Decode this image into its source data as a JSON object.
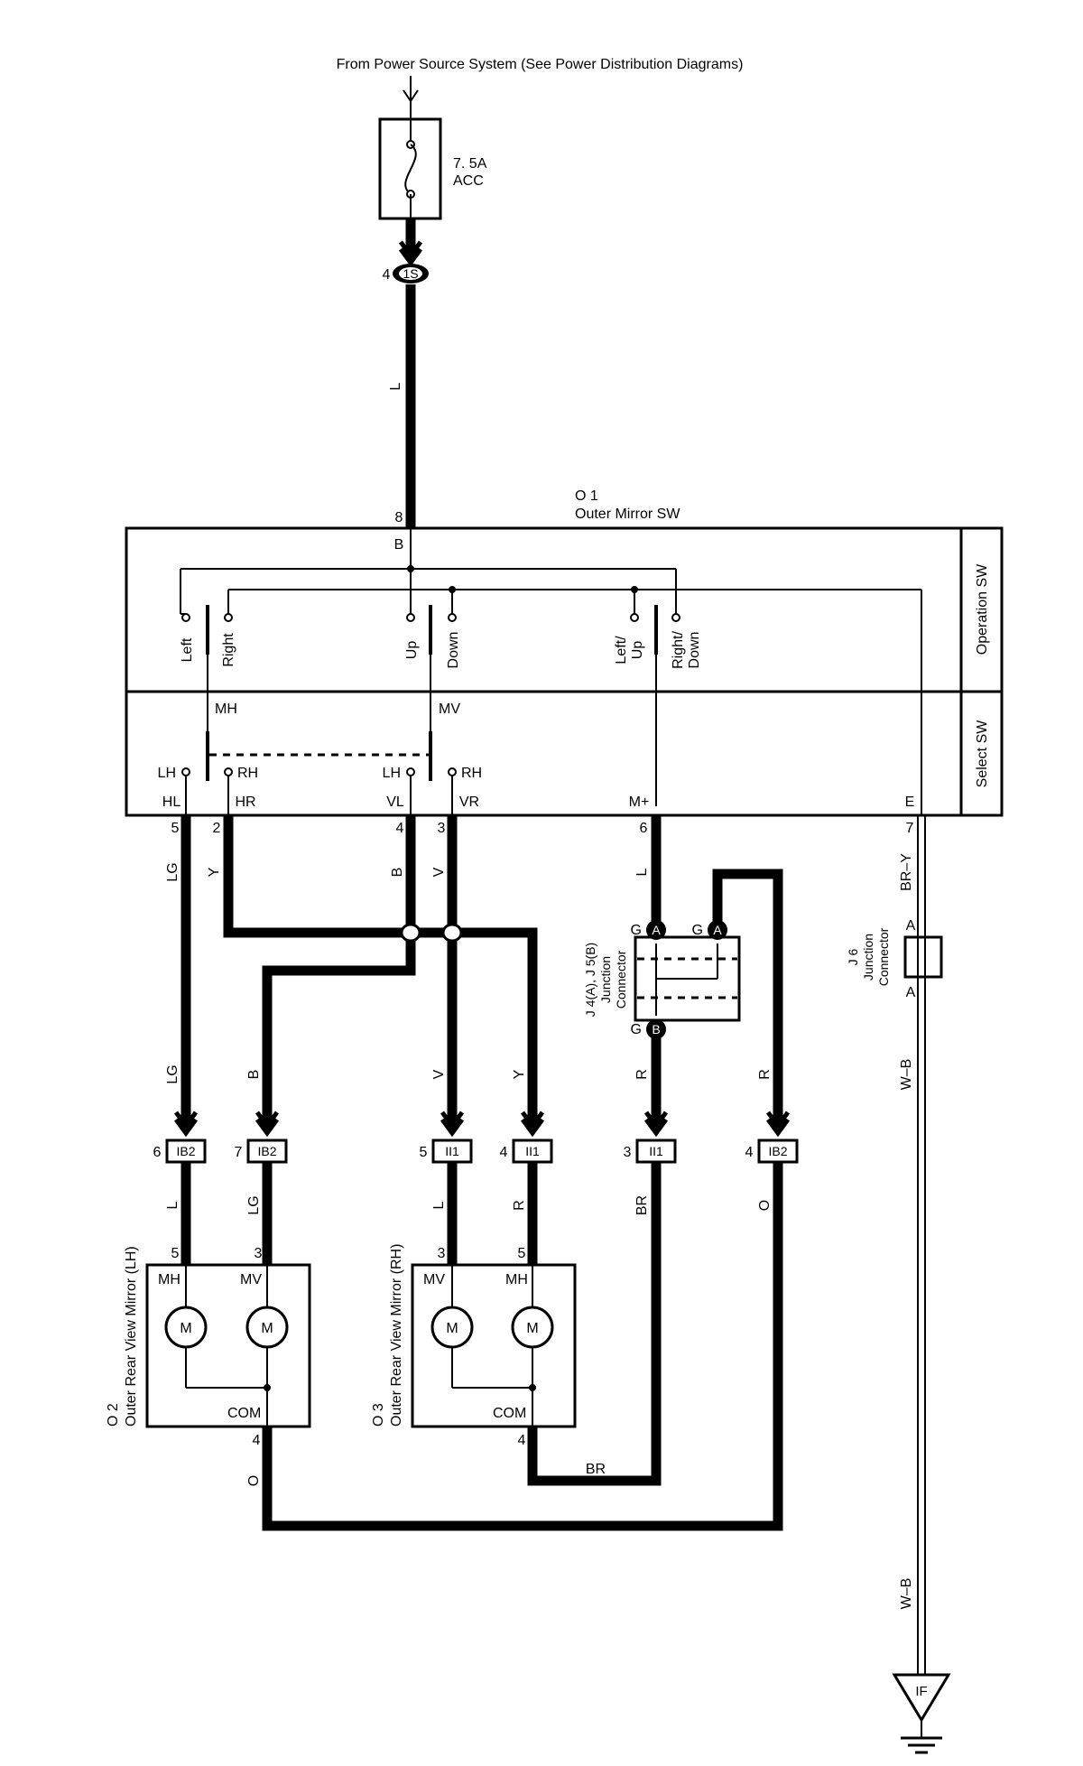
{
  "source_note": "From Power Source System (See Power Distribution Diagrams)",
  "fuse": {
    "rating": "7. 5A",
    "name": "ACC"
  },
  "connectors": {
    "c1s": {
      "pin": "4",
      "id": "1S"
    },
    "ib2_a": {
      "pin": "6",
      "id": "IB2"
    },
    "ib2_b": {
      "pin": "7",
      "id": "IB2"
    },
    "ii1_a": {
      "pin": "5",
      "id": "II1"
    },
    "ii1_b": {
      "pin": "4",
      "id": "II1"
    },
    "ii1_c": {
      "pin": "3",
      "id": "II1"
    },
    "ib2_c": {
      "pin": "4",
      "id": "IB2"
    }
  },
  "wires": {
    "supply": "L",
    "w_hl": "LG",
    "w_hr": "Y",
    "w_vl": "B",
    "w_vr": "V",
    "w_mplus": "L",
    "w_e": "BR–Y",
    "w_lg_low": "LG",
    "w_b_low": "B",
    "w_v_low": "V",
    "w_y_low": "Y",
    "w_r_low1": "R",
    "w_r_low2": "R",
    "w_wb_mid": "W–B",
    "w_l_mir": "L",
    "w_lg_mir": "LG",
    "w_l_rh": "L",
    "w_r_rh": "R",
    "w_br_down": "BR",
    "w_o_down": "O",
    "w_br_bottom": "BR",
    "w_o_bottom": "O",
    "w_wb_bottom": "W–B"
  },
  "switch": {
    "id": "O 1",
    "name": "Outer Mirror SW",
    "op_section": "Operation SW",
    "sel_section": "Select SW",
    "top_pin": "8",
    "b_label": "B",
    "positions": [
      "Left",
      "Right",
      "Up",
      "Down",
      "Left/",
      "Up",
      "Right/",
      "Down"
    ],
    "mh": "MH",
    "mv": "MV",
    "lh1": "LH",
    "rh1": "RH",
    "lh2": "LH",
    "rh2": "RH",
    "terms": [
      "HL",
      "HR",
      "VL",
      "VR",
      "M+",
      "E"
    ],
    "pins": [
      "5",
      "2",
      "4",
      "3",
      "6",
      "7"
    ]
  },
  "junction_j4": {
    "name1": "J 4(A), J 5(B)",
    "name2": "Junction",
    "name3": "Connector",
    "g1": "G",
    "a1": "A",
    "g2": "G",
    "a2": "A",
    "g3": "G",
    "b": "B"
  },
  "junction_j6": {
    "name1": "J 6",
    "name2": "Junction",
    "name3": "Connector",
    "a_top": "A",
    "a_bot": "A"
  },
  "mirror_lh": {
    "id": "O 2",
    "name": "Outer Rear View Mirror (LH)",
    "pin_mh": "5",
    "pin_mv": "3",
    "pin_com": "4",
    "mh": "MH",
    "mv": "MV",
    "com": "COM",
    "motor": "M"
  },
  "mirror_rh": {
    "id": "O 3",
    "name": "Outer Rear View Mirror (RH)",
    "pin_mv": "3",
    "pin_mh": "5",
    "pin_com": "4",
    "mv": "MV",
    "mh": "MH",
    "com": "COM",
    "motor": "M"
  },
  "ground": {
    "id": "IF"
  }
}
